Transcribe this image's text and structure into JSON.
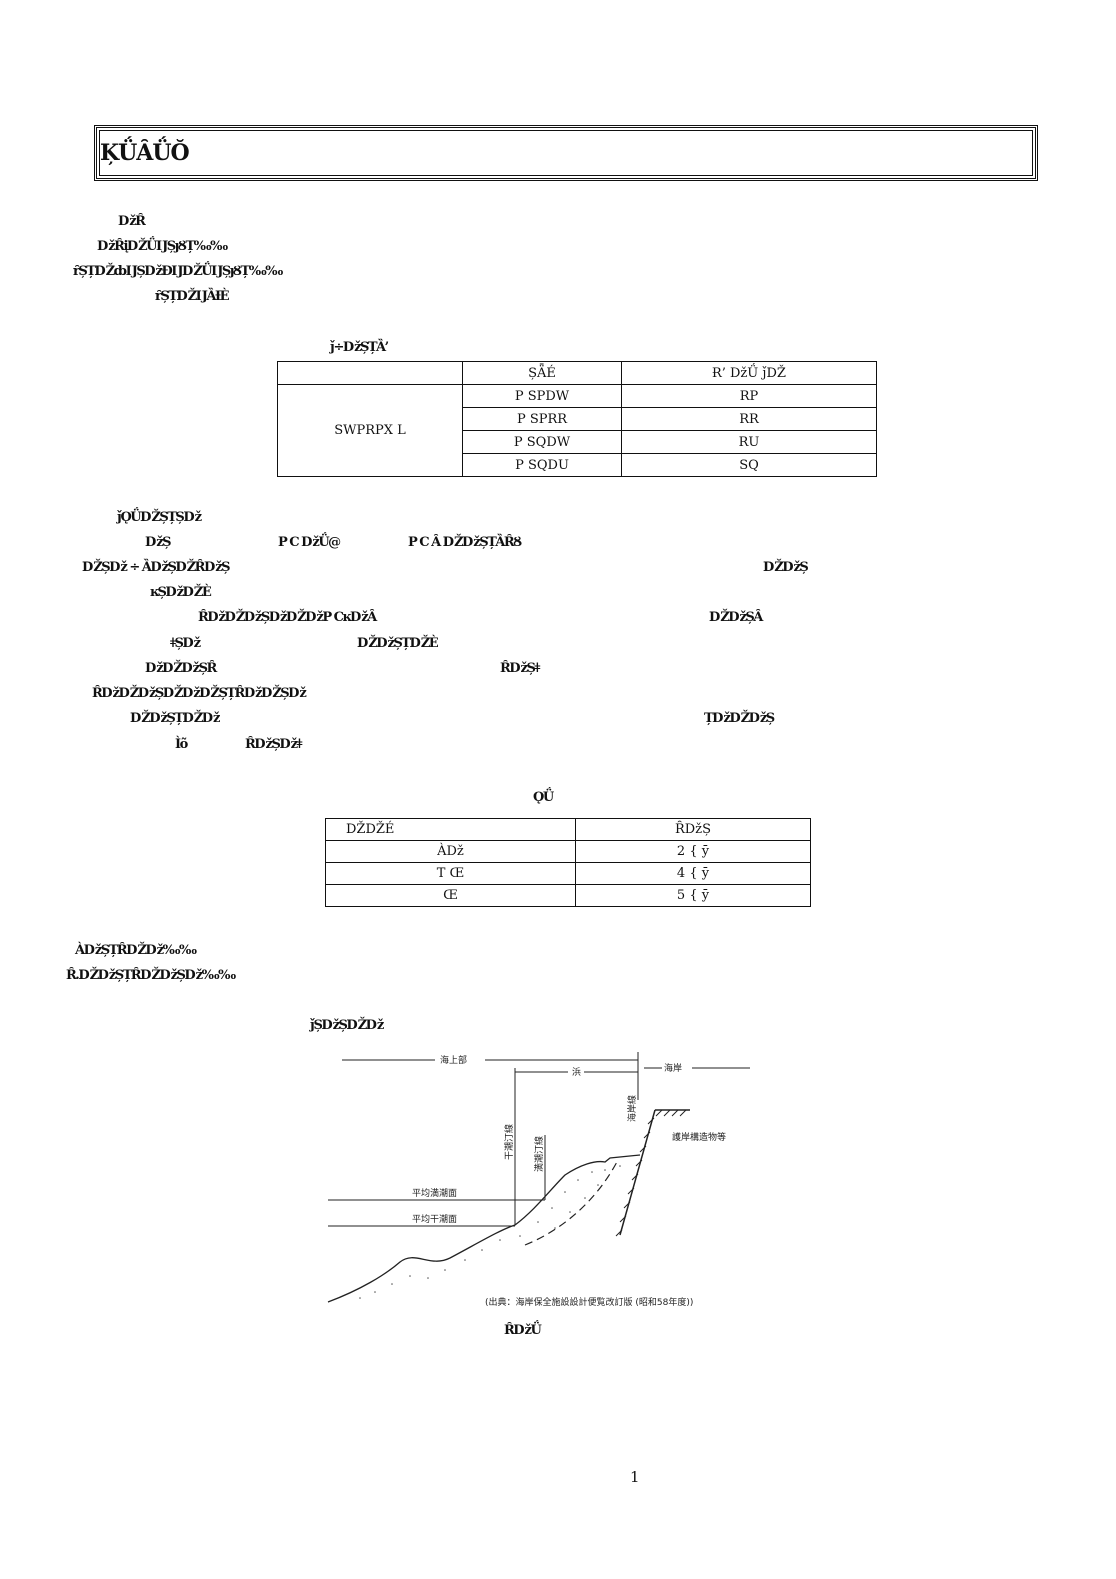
{
  "title": "ĶǗȂǗŎ",
  "intro_heading": "ǅȒ",
  "intro_lines": [
    "ǅȒįǄǗĲȘȷȢȚ‰‰",
    "ȓȘȚǄȸĲȘǅƉĲǄǗĲȘȷȢȚ‰‰",
    "ȓȘȚǄĲȀƗÈ"
  ],
  "table1": {
    "caption": "ǰ÷ǅȘȚȀ’",
    "header": [
      "",
      "ȘǞÉ",
      "Ɍ’  ǅǗ  ǰǄ"
    ],
    "merged_label": "SWPRPX  L",
    "rows": [
      [
        "P  SPDW",
        "RP"
      ],
      [
        "P  SPRR",
        "RR"
      ],
      [
        "P  SQDW",
        "RU"
      ],
      [
        "P  SQDU",
        "SQ"
      ]
    ]
  },
  "section2_heading": "ǰǪǗǄȘȚȘǅ",
  "section2_lines": [
    {
      "parts": [
        "ǅȘ",
        "P C ǅǗ@",
        "P C Ȃ  ǄǅȘȚȀȒȢ"
      ]
    },
    {
      "parts": [
        "ǄȘǅ ÷ ȀǅȘǄȒǅȘ",
        "ǄǅȘ"
      ]
    },
    {
      "parts": [
        "ĸȘǅǄÈ"
      ]
    },
    {
      "parts": [
        "ȒǅǄǅȘǅǄǅP CĸǅȂ",
        "ǄǅȘȂ"
      ]
    },
    {
      "parts": [
        "ǂȘǅ",
        "ǄǅȘȚǄÈ"
      ]
    },
    {
      "parts": [
        "ǅǄǅȘȒ",
        "ȒǅȘǂ"
      ]
    },
    {
      "parts": [
        "ȒǅǄǅȘǄǅǄȘȚȒǅǄȘǅ"
      ]
    },
    {
      "parts": [
        "ǄǅȘȚǄǅ",
        "ȚǅǄǅȘ"
      ]
    },
    {
      "parts": [
        "Ìõ",
        "ȒǅȘǅǂ"
      ]
    }
  ],
  "table2": {
    "caption": "ǪǗ",
    "header": [
      "ǄǄÉ",
      "ȒǅȘ"
    ],
    "rows": [
      [
        "Àǅ",
        "2 { ȳ"
      ],
      [
        "T Œ",
        "4 { ȳ"
      ],
      [
        "Œ",
        "5 { ȳ"
      ]
    ]
  },
  "section3_lines": [
    "ÀǅȘȚȒǄǅ‰‰",
    "Ȓ.ǄǅȘȚȒǄǅȘǅ‰‰"
  ],
  "figure": {
    "caption_top": "ǰȘǅȘǄǅ",
    "labels": {
      "sea_top": "海上部",
      "beach": "浜",
      "coast": "海岸",
      "coastline": "海岸線",
      "low_tide_line": "干潮汀線",
      "high_tide_line": "満潮汀線",
      "structure": "護岸構造物等",
      "mean_high": "平均満潮面",
      "mean_low": "平均干潮面",
      "source": "(出典：海岸保全施設設計便覧改訂版 (昭和58年度))"
    },
    "caption_bottom": "ȒǅǗ"
  },
  "page_number": "1"
}
